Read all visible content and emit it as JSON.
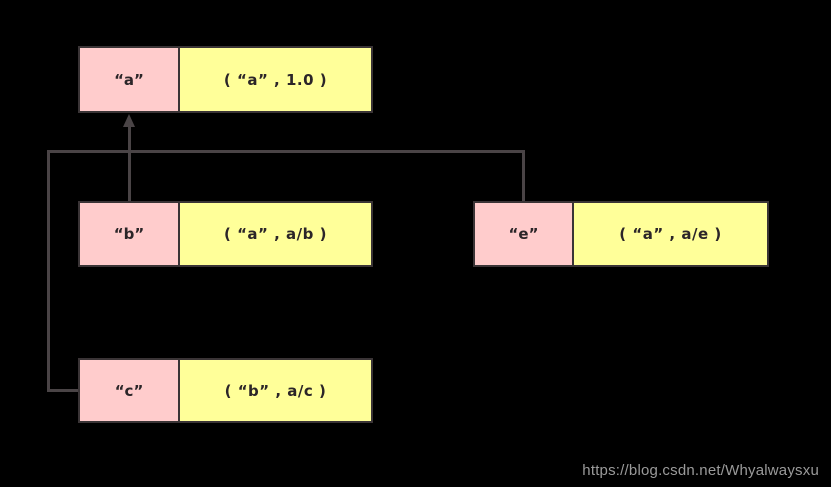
{
  "diagram": {
    "title": "hash-table-chain-diagram",
    "background_color": "#000000",
    "key_cell_color": "#ffcccc",
    "value_cell_color": "#ffff99",
    "border_color": "#3a3436",
    "edge_color": "#4a4446",
    "nodes": [
      {
        "id": "node-a",
        "key": "“a”",
        "value": "(  “a” , 1.0 )"
      },
      {
        "id": "node-b",
        "key": "“b”",
        "value": "(  “a” , a/b )"
      },
      {
        "id": "node-e",
        "key": "“e”",
        "value": "(  “a” , a/e )"
      },
      {
        "id": "node-c",
        "key": "“c”",
        "value": "(  “b” , a/c )"
      }
    ],
    "edges": [
      {
        "id": "edge-b-to-a",
        "from": "node-b",
        "to": "node-a",
        "arrow": "up"
      },
      {
        "id": "edge-c-to-a",
        "from": "node-c",
        "to": "node-a",
        "arrow": "up"
      },
      {
        "id": "edge-e-to-a",
        "from": "node-e",
        "to": "node-a",
        "arrow": "up"
      }
    ]
  },
  "watermark": {
    "text": "https://blog.csdn.net/Whyalwaysxu"
  }
}
